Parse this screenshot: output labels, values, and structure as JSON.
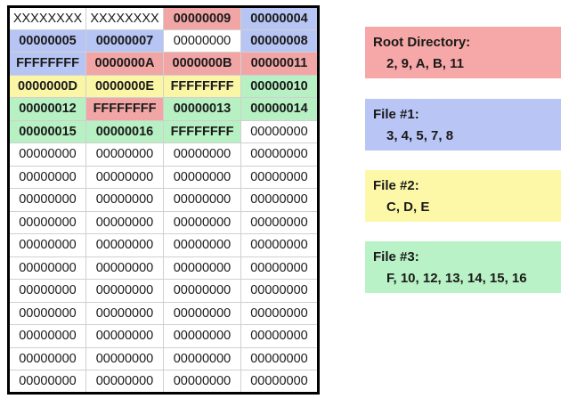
{
  "colors": {
    "root": "#f2a5a5",
    "file1": "#b7c5f4",
    "file2": "#fbf6a6",
    "file3": "#b6f0c3",
    "none": "#ffffff"
  },
  "fat": {
    "rows": [
      [
        {
          "v": "XXXXXXXX",
          "c": "none"
        },
        {
          "v": "XXXXXXXX",
          "c": "none"
        },
        {
          "v": "00000009",
          "c": "root"
        },
        {
          "v": "00000004",
          "c": "file1"
        }
      ],
      [
        {
          "v": "00000005",
          "c": "file1"
        },
        {
          "v": "00000007",
          "c": "file1"
        },
        {
          "v": "00000000",
          "c": "none"
        },
        {
          "v": "00000008",
          "c": "file1"
        }
      ],
      [
        {
          "v": "FFFFFFFF",
          "c": "file1"
        },
        {
          "v": "0000000A",
          "c": "root"
        },
        {
          "v": "0000000B",
          "c": "root"
        },
        {
          "v": "00000011",
          "c": "root"
        }
      ],
      [
        {
          "v": "0000000D",
          "c": "file2"
        },
        {
          "v": "0000000E",
          "c": "file2"
        },
        {
          "v": "FFFFFFFF",
          "c": "file2"
        },
        {
          "v": "00000010",
          "c": "file3"
        }
      ],
      [
        {
          "v": "00000012",
          "c": "file3"
        },
        {
          "v": "FFFFFFFF",
          "c": "root"
        },
        {
          "v": "00000013",
          "c": "file3"
        },
        {
          "v": "00000014",
          "c": "file3"
        }
      ],
      [
        {
          "v": "00000015",
          "c": "file3"
        },
        {
          "v": "00000016",
          "c": "file3"
        },
        {
          "v": "FFFFFFFF",
          "c": "file3"
        },
        {
          "v": "00000000",
          "c": "none"
        }
      ],
      [
        {
          "v": "00000000",
          "c": "none"
        },
        {
          "v": "00000000",
          "c": "none"
        },
        {
          "v": "00000000",
          "c": "none"
        },
        {
          "v": "00000000",
          "c": "none"
        }
      ],
      [
        {
          "v": "00000000",
          "c": "none"
        },
        {
          "v": "00000000",
          "c": "none"
        },
        {
          "v": "00000000",
          "c": "none"
        },
        {
          "v": "00000000",
          "c": "none"
        }
      ],
      [
        {
          "v": "00000000",
          "c": "none"
        },
        {
          "v": "00000000",
          "c": "none"
        },
        {
          "v": "00000000",
          "c": "none"
        },
        {
          "v": "00000000",
          "c": "none"
        }
      ],
      [
        {
          "v": "00000000",
          "c": "none"
        },
        {
          "v": "00000000",
          "c": "none"
        },
        {
          "v": "00000000",
          "c": "none"
        },
        {
          "v": "00000000",
          "c": "none"
        }
      ],
      [
        {
          "v": "00000000",
          "c": "none"
        },
        {
          "v": "00000000",
          "c": "none"
        },
        {
          "v": "00000000",
          "c": "none"
        },
        {
          "v": "00000000",
          "c": "none"
        }
      ],
      [
        {
          "v": "00000000",
          "c": "none"
        },
        {
          "v": "00000000",
          "c": "none"
        },
        {
          "v": "00000000",
          "c": "none"
        },
        {
          "v": "00000000",
          "c": "none"
        }
      ],
      [
        {
          "v": "00000000",
          "c": "none"
        },
        {
          "v": "00000000",
          "c": "none"
        },
        {
          "v": "00000000",
          "c": "none"
        },
        {
          "v": "00000000",
          "c": "none"
        }
      ],
      [
        {
          "v": "00000000",
          "c": "none"
        },
        {
          "v": "00000000",
          "c": "none"
        },
        {
          "v": "00000000",
          "c": "none"
        },
        {
          "v": "00000000",
          "c": "none"
        }
      ],
      [
        {
          "v": "00000000",
          "c": "none"
        },
        {
          "v": "00000000",
          "c": "none"
        },
        {
          "v": "00000000",
          "c": "none"
        },
        {
          "v": "00000000",
          "c": "none"
        }
      ],
      [
        {
          "v": "00000000",
          "c": "none"
        },
        {
          "v": "00000000",
          "c": "none"
        },
        {
          "v": "00000000",
          "c": "none"
        },
        {
          "v": "00000000",
          "c": "none"
        }
      ],
      [
        {
          "v": "00000000",
          "c": "none"
        },
        {
          "v": "00000000",
          "c": "none"
        },
        {
          "v": "00000000",
          "c": "none"
        },
        {
          "v": "00000000",
          "c": "none"
        }
      ]
    ]
  },
  "legend": {
    "root": {
      "title": "Root Directory:",
      "clusters": "2, 9, A, B, 11"
    },
    "file1": {
      "title": "File #1:",
      "clusters": "3, 4, 5, 7, 8"
    },
    "file2": {
      "title": "File #2:",
      "clusters": "C, D, E"
    },
    "file3": {
      "title": "File #3:",
      "clusters": "F, 10, 12, 13, 14, 15, 16"
    }
  }
}
